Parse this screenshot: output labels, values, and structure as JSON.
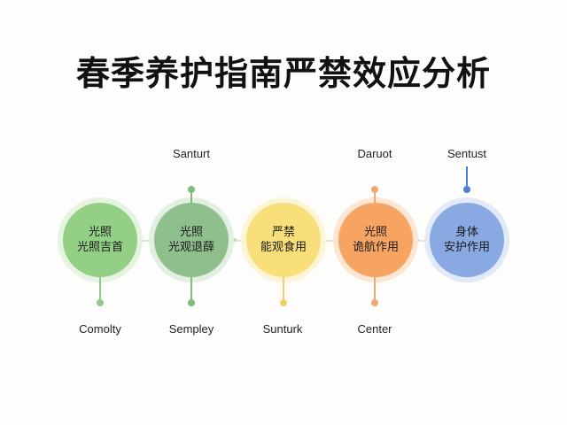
{
  "title": "春季养护指南严禁效应分析",
  "nodes": [
    {
      "line1": "光照",
      "line2": "光照吉首",
      "color": "#93cf85",
      "halo": "#e6f3e1",
      "top_label": "",
      "bottom_label": "Comolty",
      "line_color": "#8fc98a"
    },
    {
      "line1": "光照",
      "line2": "光观退薛",
      "color": "#8fbf8c",
      "halo": "#e3efe2",
      "top_label": "Santurt",
      "bottom_label": "Sempley",
      "line_color": "#7dbb7e"
    },
    {
      "line1": "严禁",
      "line2": "能观食用",
      "color": "#f8df7a",
      "halo": "#fdf5d8",
      "top_label": "",
      "bottom_label": "Sunturk",
      "line_color": "#f0cf69"
    },
    {
      "line1": "光照",
      "line2": "诡航作用",
      "color": "#f7a463",
      "halo": "#fde6d3",
      "top_label": "Daruot",
      "bottom_label": "Center",
      "line_color": "#f1a86e"
    },
    {
      "line1": "身体",
      "line2": "安护作用",
      "color": "#89a9e3",
      "halo": "#e2eaf8",
      "top_label": "Sentust",
      "bottom_label": "",
      "line_color": "#4f7fd0"
    }
  ]
}
